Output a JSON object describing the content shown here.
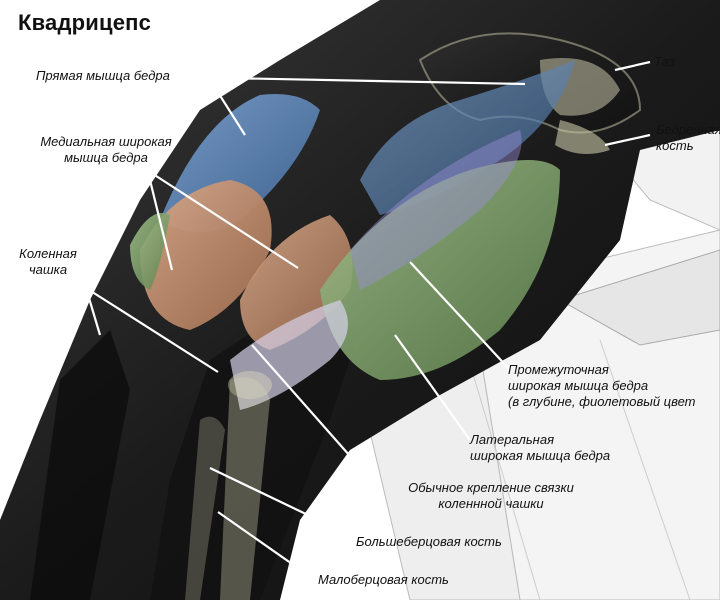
{
  "title": "Квадрицепс",
  "labels": {
    "rectus_femoris": "Прямая мышца бедра",
    "pelvis": "Таз",
    "femur": [
      "Бедренная",
      "кость"
    ],
    "vastus_medialis": [
      "Медиальная широкая",
      "мышца бедра"
    ],
    "patella": [
      "Коленная",
      "чашка"
    ],
    "vastus_intermedius": [
      "Промежуточная",
      "широкая мышца бедра",
      "(в глубине, фиолетовый цвет"
    ],
    "vastus_lateralis": [
      "Латеральная",
      "широкая мышца бедра"
    ],
    "patellar_ligament": [
      "Обычное крепление связки",
      "коленнной чашки"
    ],
    "tibia": "Большеберцовая кость",
    "fibula": "Малоберцовая кость"
  },
  "colors": {
    "rectus_femoris": "#5f86b5",
    "vastus_medialis": "#c4906e",
    "vastus_lateralis": "#7d9f6a",
    "vastus_intermedius": "#9a8ed6",
    "bone": "#e8e6c2",
    "skin_dark": "#1a1a1a",
    "bench": "#f2f2f2"
  }
}
